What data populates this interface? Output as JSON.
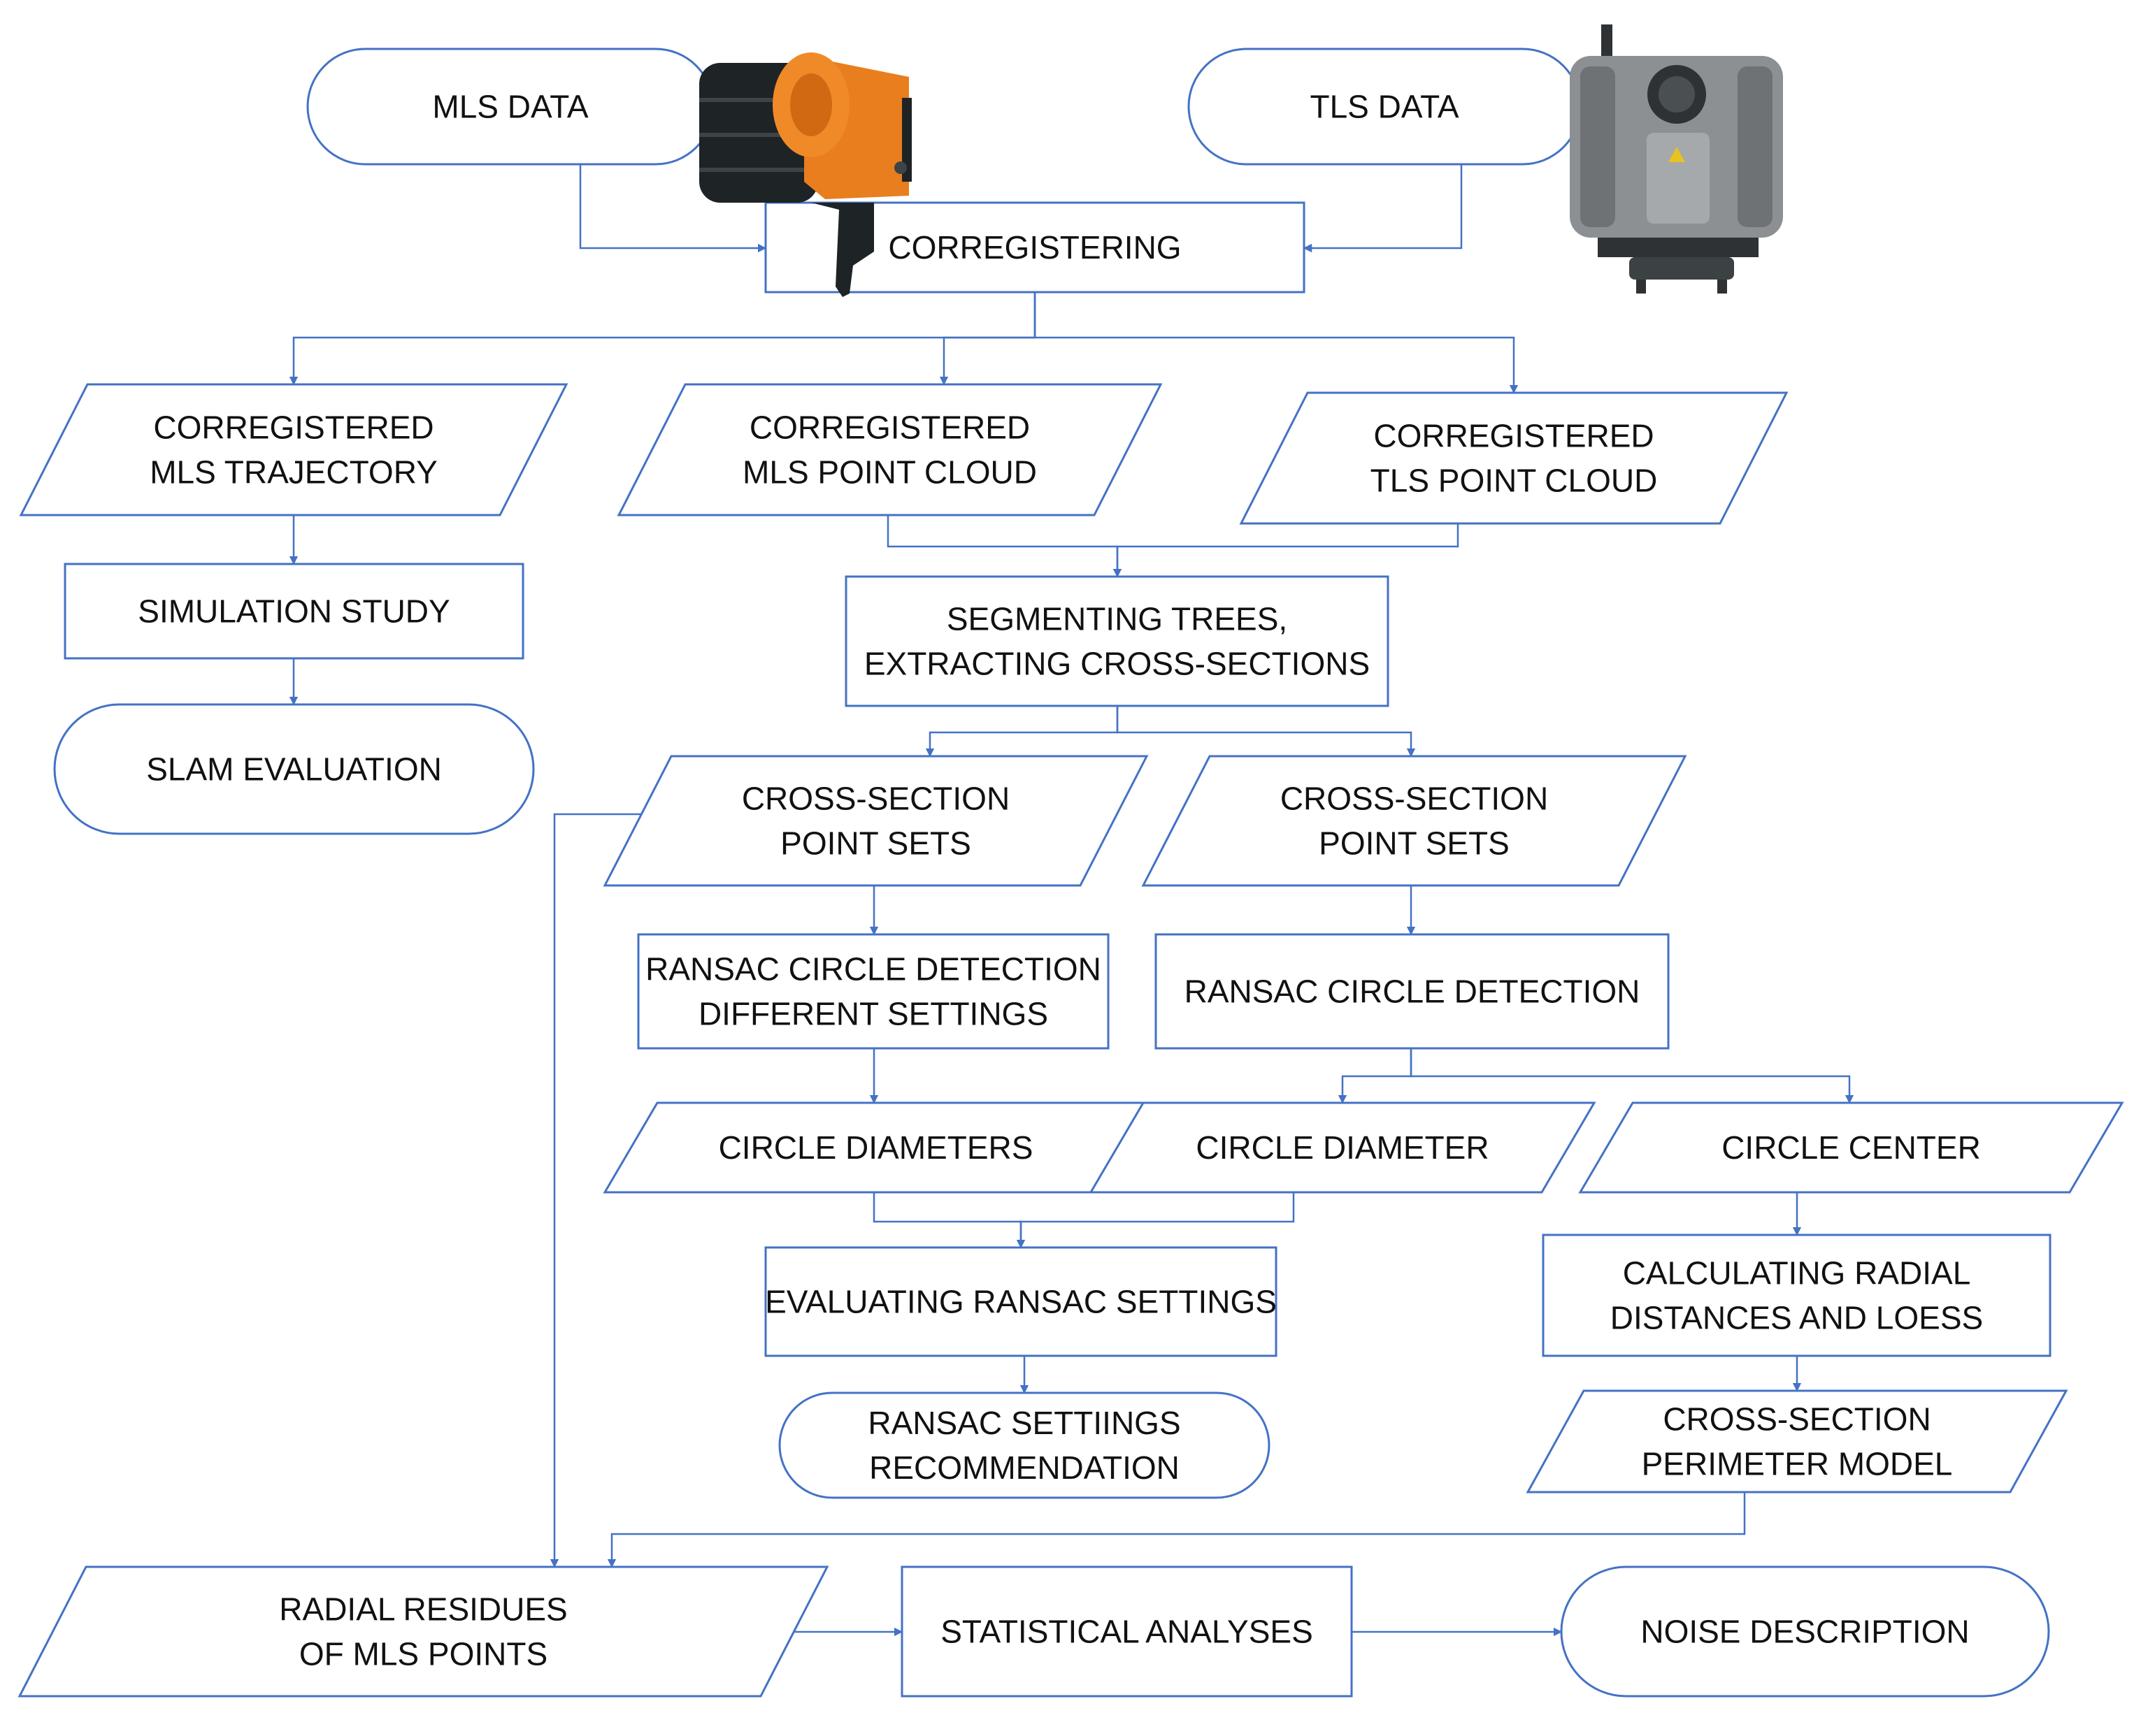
{
  "colors": {
    "stroke": "#4472C4",
    "arrow": "#4472C4",
    "text": "#111111",
    "mls_scanner_body": "#E87E1E",
    "mls_scanner_dark": "#1E2326",
    "tls_scanner_body": "#8C9093",
    "tls_scanner_dark": "#2E3235"
  },
  "nodes": {
    "mls_data": {
      "shape": "terminal",
      "lines": [
        "MLS DATA"
      ]
    },
    "tls_data": {
      "shape": "terminal",
      "lines": [
        "TLS DATA"
      ]
    },
    "corregistering": {
      "shape": "process",
      "lines": [
        "CORREGISTERING"
      ]
    },
    "coreg_traj": {
      "shape": "data",
      "lines": [
        "CORREGISTERED",
        "MLS TRAJECTORY"
      ]
    },
    "coreg_mls_pc": {
      "shape": "data",
      "lines": [
        "CORREGISTERED",
        "MLS POINT CLOUD"
      ]
    },
    "coreg_tls_pc": {
      "shape": "data",
      "lines": [
        "CORREGISTERED",
        "TLS POINT CLOUD"
      ]
    },
    "simulation": {
      "shape": "process",
      "lines": [
        "SIMULATION STUDY"
      ]
    },
    "slam_eval": {
      "shape": "terminal",
      "lines": [
        "SLAM EVALUATION"
      ]
    },
    "segmenting": {
      "shape": "process",
      "lines": [
        "SEGMENTING TREES,",
        "EXTRACTING CROSS-SECTIONS"
      ]
    },
    "xs_sets_left": {
      "shape": "data",
      "lines": [
        "CROSS-SECTION",
        "POINT SETS"
      ]
    },
    "xs_sets_right": {
      "shape": "data",
      "lines": [
        "CROSS-SECTION",
        "POINT SETS"
      ]
    },
    "ransac_settings": {
      "shape": "process",
      "lines": [
        "RANSAC CIRCLE DETECTION",
        "DIFFERENT SETTINGS"
      ]
    },
    "ransac": {
      "shape": "process",
      "lines": [
        "RANSAC CIRCLE DETECTION"
      ]
    },
    "circle_diams": {
      "shape": "data",
      "lines": [
        "CIRCLE DIAMETERS"
      ]
    },
    "circle_diam": {
      "shape": "data",
      "lines": [
        "CIRCLE DIAMETER"
      ]
    },
    "circle_center": {
      "shape": "data",
      "lines": [
        "CIRCLE CENTER"
      ]
    },
    "eval_ransac": {
      "shape": "process",
      "lines": [
        "EVALUATING RANSAC SETTINGS"
      ]
    },
    "calc_radial": {
      "shape": "process",
      "lines": [
        "CALCULATING RADIAL",
        "DISTANCES AND LOESS"
      ]
    },
    "ransac_reco": {
      "shape": "terminal",
      "lines": [
        "RANSAC SETTIINGS",
        "RECOMMENDATION"
      ]
    },
    "perimeter": {
      "shape": "data",
      "lines": [
        "CROSS-SECTION",
        "PERIMETER MODEL"
      ]
    },
    "radial_res": {
      "shape": "data",
      "lines": [
        "RADIAL RESIDUES",
        "OF MLS POINTS"
      ]
    },
    "stat_analyses": {
      "shape": "process",
      "lines": [
        "STATISTICAL ANALYSES"
      ]
    },
    "noise_desc": {
      "shape": "terminal",
      "lines": [
        "NOISE DESCRIPTION"
      ]
    }
  },
  "connectors": [
    {
      "from": "mls_data",
      "to": "corregistering"
    },
    {
      "from": "tls_data",
      "to": "corregistering"
    },
    {
      "from": "corregistering",
      "to": "coreg_traj"
    },
    {
      "from": "corregistering",
      "to": "coreg_mls_pc"
    },
    {
      "from": "corregistering",
      "to": "coreg_tls_pc"
    },
    {
      "from": "coreg_traj",
      "to": "simulation"
    },
    {
      "from": "simulation",
      "to": "slam_eval"
    },
    {
      "from": "coreg_mls_pc",
      "to": "segmenting"
    },
    {
      "from": "coreg_tls_pc",
      "to": "segmenting"
    },
    {
      "from": "segmenting",
      "to": "xs_sets_left"
    },
    {
      "from": "segmenting",
      "to": "xs_sets_right"
    },
    {
      "from": "xs_sets_left",
      "to": "ransac_settings"
    },
    {
      "from": "xs_sets_left",
      "to": "radial_res"
    },
    {
      "from": "xs_sets_right",
      "to": "ransac"
    },
    {
      "from": "ransac_settings",
      "to": "circle_diams"
    },
    {
      "from": "ransac",
      "to": "circle_diam"
    },
    {
      "from": "ransac",
      "to": "circle_center"
    },
    {
      "from": "circle_diams",
      "to": "eval_ransac"
    },
    {
      "from": "circle_diam",
      "to": "eval_ransac"
    },
    {
      "from": "eval_ransac",
      "to": "ransac_reco"
    },
    {
      "from": "circle_center",
      "to": "calc_radial"
    },
    {
      "from": "calc_radial",
      "to": "perimeter"
    },
    {
      "from": "perimeter",
      "to": "radial_res"
    },
    {
      "from": "radial_res",
      "to": "stat_analyses"
    },
    {
      "from": "stat_analyses",
      "to": "noise_desc"
    }
  ],
  "images": {
    "mls_scanner": {
      "icon": "handheld-mls-scanner-icon"
    },
    "tls_scanner": {
      "icon": "terrestrial-laser-scanner-icon"
    }
  }
}
